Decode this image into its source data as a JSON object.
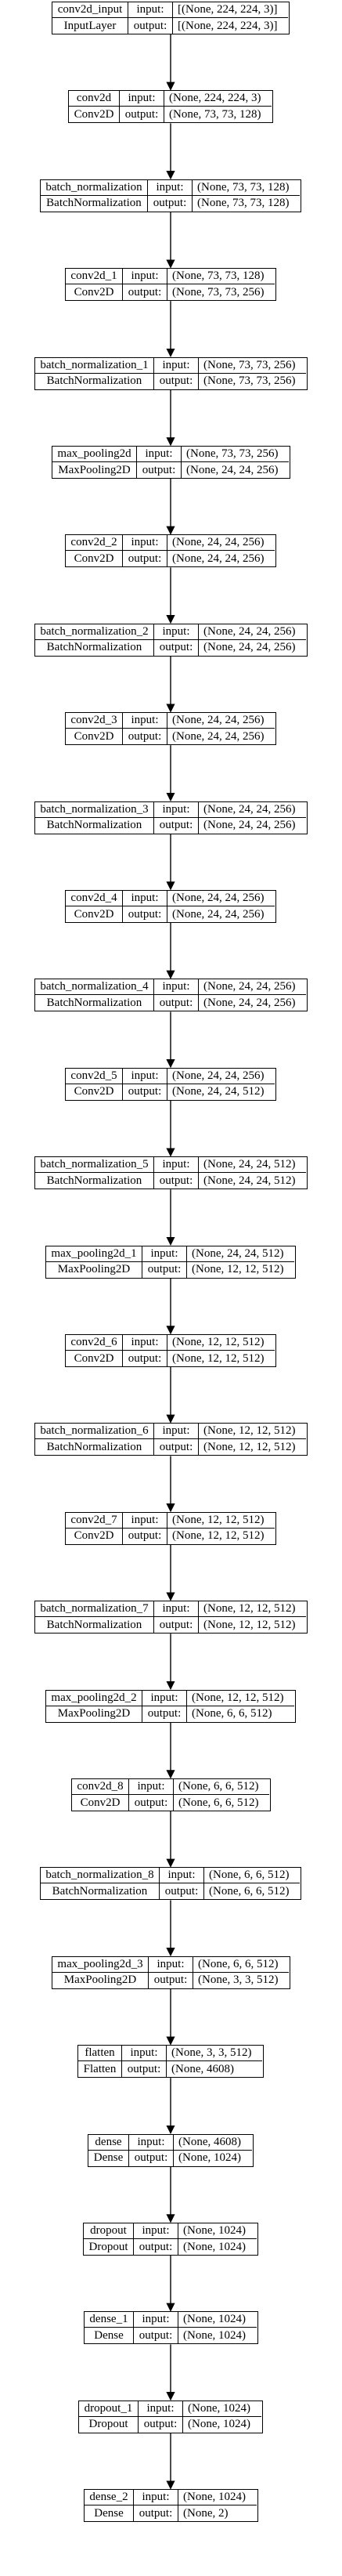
{
  "layers": [
    {
      "name": "conv2d_input",
      "type": "InputLayer",
      "input": "[(None, 224, 224, 3)]",
      "output": "[(None, 224, 224, 3)]"
    },
    {
      "name": "conv2d",
      "type": "Conv2D",
      "input": "(None, 224, 224, 3)",
      "output": "(None, 73, 73, 128)"
    },
    {
      "name": "batch_normalization",
      "type": "BatchNormalization",
      "input": "(None, 73, 73, 128)",
      "output": "(None, 73, 73, 128)"
    },
    {
      "name": "conv2d_1",
      "type": "Conv2D",
      "input": "(None, 73, 73, 128)",
      "output": "(None, 73, 73, 256)"
    },
    {
      "name": "batch_normalization_1",
      "type": "BatchNormalization",
      "input": "(None, 73, 73, 256)",
      "output": "(None, 73, 73, 256)"
    },
    {
      "name": "max_pooling2d",
      "type": "MaxPooling2D",
      "input": "(None, 73, 73, 256)",
      "output": "(None, 24, 24, 256)"
    },
    {
      "name": "conv2d_2",
      "type": "Conv2D",
      "input": "(None, 24, 24, 256)",
      "output": "(None, 24, 24, 256)"
    },
    {
      "name": "batch_normalization_2",
      "type": "BatchNormalization",
      "input": "(None, 24, 24, 256)",
      "output": "(None, 24, 24, 256)"
    },
    {
      "name": "conv2d_3",
      "type": "Conv2D",
      "input": "(None, 24, 24, 256)",
      "output": "(None, 24, 24, 256)"
    },
    {
      "name": "batch_normalization_3",
      "type": "BatchNormalization",
      "input": "(None, 24, 24, 256)",
      "output": "(None, 24, 24, 256)"
    },
    {
      "name": "conv2d_4",
      "type": "Conv2D",
      "input": "(None, 24, 24, 256)",
      "output": "(None, 24, 24, 256)"
    },
    {
      "name": "batch_normalization_4",
      "type": "BatchNormalization",
      "input": "(None, 24, 24, 256)",
      "output": "(None, 24, 24, 256)"
    },
    {
      "name": "conv2d_5",
      "type": "Conv2D",
      "input": "(None, 24, 24, 256)",
      "output": "(None, 24, 24, 512)"
    },
    {
      "name": "batch_normalization_5",
      "type": "BatchNormalization",
      "input": "(None, 24, 24, 512)",
      "output": "(None, 24, 24, 512)"
    },
    {
      "name": "max_pooling2d_1",
      "type": "MaxPooling2D",
      "input": "(None, 24, 24, 512)",
      "output": "(None, 12, 12, 512)"
    },
    {
      "name": "conv2d_6",
      "type": "Conv2D",
      "input": "(None, 12, 12, 512)",
      "output": "(None, 12, 12, 512)"
    },
    {
      "name": "batch_normalization_6",
      "type": "BatchNormalization",
      "input": "(None, 12, 12, 512)",
      "output": "(None, 12, 12, 512)"
    },
    {
      "name": "conv2d_7",
      "type": "Conv2D",
      "input": "(None, 12, 12, 512)",
      "output": "(None, 12, 12, 512)"
    },
    {
      "name": "batch_normalization_7",
      "type": "BatchNormalization",
      "input": "(None, 12, 12, 512)",
      "output": "(None, 12, 12, 512)"
    },
    {
      "name": "max_pooling2d_2",
      "type": "MaxPooling2D",
      "input": "(None, 12, 12, 512)",
      "output": "(None, 6, 6, 512)"
    },
    {
      "name": "conv2d_8",
      "type": "Conv2D",
      "input": "(None, 6, 6, 512)",
      "output": "(None, 6, 6, 512)"
    },
    {
      "name": "batch_normalization_8",
      "type": "BatchNormalization",
      "input": "(None, 6, 6, 512)",
      "output": "(None, 6, 6, 512)"
    },
    {
      "name": "max_pooling2d_3",
      "type": "MaxPooling2D",
      "input": "(None, 6, 6, 512)",
      "output": "(None, 3, 3, 512)"
    },
    {
      "name": "flatten",
      "type": "Flatten",
      "input": "(None, 3, 3, 512)",
      "output": "(None, 4608)"
    },
    {
      "name": "dense",
      "type": "Dense",
      "input": "(None, 4608)",
      "output": "(None, 1024)"
    },
    {
      "name": "dropout",
      "type": "Dropout",
      "input": "(None, 1024)",
      "output": "(None, 1024)"
    },
    {
      "name": "dense_1",
      "type": "Dense",
      "input": "(None, 1024)",
      "output": "(None, 1024)"
    },
    {
      "name": "dropout_1",
      "type": "Dropout",
      "input": "(None, 1024)",
      "output": "(None, 1024)"
    },
    {
      "name": "dense_2",
      "type": "Dense",
      "input": "(None, 1024)",
      "output": "(None, 2)"
    }
  ],
  "port_labels": {
    "input": "input:",
    "output": "output:"
  },
  "colors": {
    "stroke": "#000000",
    "background": "#ffffff"
  }
}
